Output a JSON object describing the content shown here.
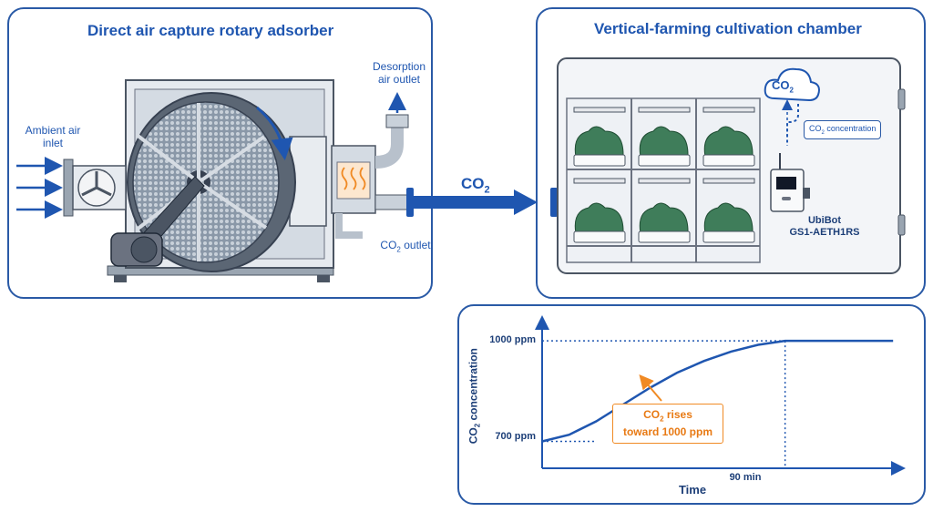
{
  "adsorber_panel": {
    "title": "Direct air capture rotary adsorber",
    "ambient_air_label": "Ambient air\ninlet",
    "desorption_label": "Desorption\nair outlet",
    "co2_outlet_label": "outlet"
  },
  "flow": {
    "co2_label": "CO",
    "co2_sub": "2"
  },
  "chamber_panel": {
    "title": "Vertical-farming cultivation chamber",
    "cloud_label": "CO",
    "cloud_sub": "2",
    "concentration_box": "concentration",
    "sensor_name_line1": "UbiBot",
    "sensor_name_line2": "GS1-AETH1RS"
  },
  "chart_data": {
    "type": "line",
    "xlabel": "Time",
    "ylabel": "CO2 concentration",
    "y_ticks": [
      "700 ppm",
      "1000 ppm"
    ],
    "x_ticks": [
      "90 min"
    ],
    "x_unit": "min",
    "series": [
      {
        "x": [
          0,
          10,
          20,
          30,
          40,
          50,
          60,
          70,
          80,
          90,
          100,
          110,
          120,
          130
        ],
        "y": [
          700,
          720,
          760,
          810,
          860,
          905,
          940,
          968,
          988,
          1000,
          1000,
          1000,
          1000,
          1000
        ]
      }
    ],
    "ylim": [
      620,
      1060
    ],
    "xlim": [
      0,
      135
    ],
    "annotation": {
      "line1": "CO",
      "line1_sub": "2",
      "line1_rest": " rises",
      "line2": "toward 1000 ppm"
    },
    "colors": {
      "line": "#1f56b0",
      "annotation": "#f08a24"
    }
  }
}
